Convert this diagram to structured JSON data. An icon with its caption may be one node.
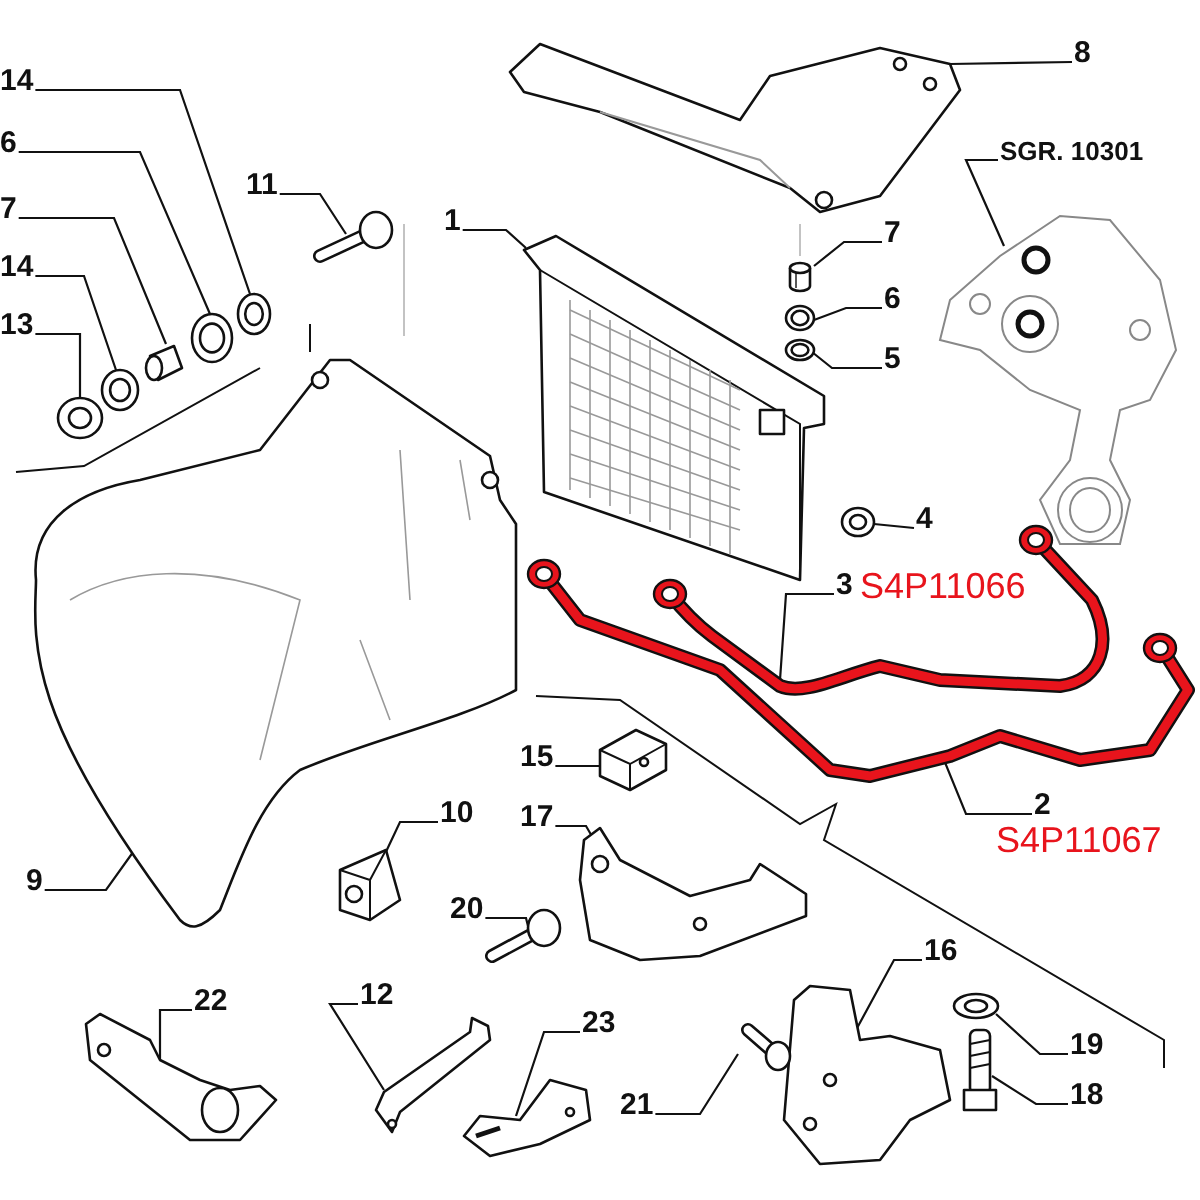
{
  "diagram": {
    "nodes": [
      {
        "text": [
          "14"
        ]
      },
      {
        "text": [
          "6"
        ]
      },
      {
        "text": [
          "7"
        ]
      },
      {
        "text": [
          "14"
        ]
      },
      {
        "text": [
          "13"
        ]
      },
      {
        "text": [
          "11"
        ]
      },
      {
        "text": [
          "1"
        ]
      },
      {
        "text": [
          "8"
        ]
      },
      {
        "text": [
          "SGR. 10301"
        ]
      },
      {
        "text": [
          "7"
        ]
      },
      {
        "text": [
          "6"
        ]
      },
      {
        "text": [
          "5"
        ]
      },
      {
        "text": [
          "4"
        ]
      },
      {
        "text": [
          "3"
        ],
        "beside": [
          "S4P11066"
        ]
      },
      {
        "text": [
          "2"
        ],
        "beside": [
          "S4P11067"
        ]
      },
      {
        "text": [
          "15"
        ]
      },
      {
        "text": [
          "10"
        ]
      },
      {
        "text": [
          "17"
        ]
      },
      {
        "text": [
          "9"
        ]
      },
      {
        "text": [
          "20"
        ]
      },
      {
        "text": [
          "22"
        ]
      },
      {
        "text": [
          "12"
        ]
      },
      {
        "text": [
          "23"
        ]
      },
      {
        "text": [
          "16"
        ]
      },
      {
        "text": [
          "19"
        ]
      },
      {
        "text": [
          "21"
        ]
      },
      {
        "text": [
          "18"
        ]
      },
      {
        "text": [],
        "shape": "picture"
      },
      {
        "text": [],
        "shape": "picture"
      },
      {
        "text": [],
        "shape": "picture"
      },
      {
        "text": [],
        "shape": "picture"
      },
      {
        "text": [],
        "shape": "picture"
      },
      {
        "text": [],
        "shape": "picture"
      },
      {
        "text": [],
        "shape": "picture"
      },
      {
        "text": [],
        "shape": "picture"
      },
      {
        "text": [],
        "shape": "picture"
      },
      {
        "text": [],
        "shape": "picture"
      },
      {
        "text": [],
        "shape": "picture"
      },
      {
        "text": [],
        "shape": "picture"
      },
      {
        "text": [],
        "shape": "picture"
      },
      {
        "text": [],
        "shape": "picture"
      },
      {
        "text": [],
        "shape": "picture"
      },
      {
        "text": [],
        "shape": "picture"
      },
      {
        "text": [],
        "shape": "picture"
      },
      {
        "text": [],
        "shape": "picture"
      },
      {
        "text": [],
        "shape": "picture"
      },
      {
        "text": [],
        "shape": "picture"
      },
      {
        "text": [],
        "shape": "picture"
      },
      {
        "text": [],
        "shape": "picture"
      },
      {
        "text": [],
        "shape": "picture"
      },
      {
        "text": [],
        "shape": "picture"
      },
      {
        "text": [],
        "shape": "picture"
      },
      {
        "text": [],
        "shape": "picture"
      },
      {
        "text": [],
        "shape": "picture"
      }
    ],
    "edges": [
      {
        "from": 0,
        "to": 27,
        "arrow": "none"
      },
      {
        "from": 1,
        "to": 28,
        "arrow": "none"
      },
      {
        "from": 2,
        "to": 29,
        "arrow": "none"
      },
      {
        "from": 3,
        "to": 30,
        "arrow": "none"
      },
      {
        "from": 4,
        "to": 31,
        "arrow": "none"
      },
      {
        "from": 5,
        "to": 32,
        "arrow": "none"
      },
      {
        "from": 6,
        "to": 33,
        "arrow": "none"
      },
      {
        "from": 7,
        "to": 34,
        "arrow": "none"
      },
      {
        "from": 8,
        "to": 35,
        "arrow": "none"
      },
      {
        "from": 9,
        "to": 36,
        "arrow": "none"
      },
      {
        "from": 10,
        "to": 37,
        "arrow": "none"
      },
      {
        "from": 11,
        "to": 38,
        "arrow": "none"
      },
      {
        "from": 12,
        "to": 39,
        "arrow": "none"
      },
      {
        "from": 13,
        "to": 40,
        "arrow": "none"
      },
      {
        "from": 14,
        "to": 41,
        "arrow": "none"
      },
      {
        "from": 15,
        "to": 42,
        "arrow": "none"
      },
      {
        "from": 16,
        "to": 43,
        "arrow": "none"
      },
      {
        "from": 17,
        "to": 44,
        "arrow": "none"
      },
      {
        "from": 18,
        "to": 45,
        "arrow": "none"
      },
      {
        "from": 19,
        "to": 46,
        "arrow": "none"
      },
      {
        "from": 20,
        "to": 47,
        "arrow": "none"
      },
      {
        "from": 21,
        "to": 48,
        "arrow": "none"
      },
      {
        "from": 22,
        "to": 49,
        "arrow": "none"
      },
      {
        "from": 23,
        "to": 50,
        "arrow": "none"
      },
      {
        "from": 24,
        "to": 51,
        "arrow": "none"
      },
      {
        "from": 25,
        "to": 52,
        "arrow": "none"
      },
      {
        "from": 26,
        "to": 53,
        "arrow": "none"
      }
    ]
  }
}
